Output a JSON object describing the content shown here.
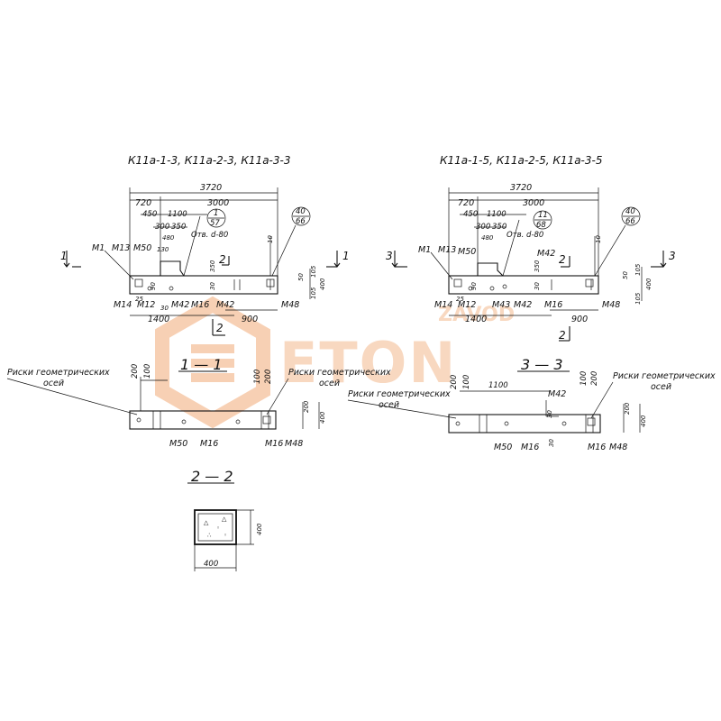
{
  "left": {
    "title": "К11а-1-3, К11а-2-3, К11а-3-3",
    "dims": {
      "total": "3720",
      "d720": "720",
      "d3000": "3000",
      "d450": "450",
      "d1100": "1100",
      "d300": "300",
      "d350": "350",
      "d480": "480",
      "d130": "130",
      "d1400": "1400",
      "d900": "900",
      "h350": "350",
      "h50": "50",
      "h105a": "105",
      "h105b": "105",
      "h400": "400",
      "h30a": "30",
      "h30b": "30",
      "h25": "25",
      "h90": "90",
      "h10": "10"
    },
    "marks": {
      "m1": "М1",
      "m13": "М13",
      "m50": "М50",
      "m14": "М14",
      "m12": "М12",
      "m42a": "М42",
      "m16": "М16",
      "m42b": "М42",
      "m48": "М48"
    },
    "hole": "Отв. d-80",
    "callout_a": {
      "top": "1",
      "bottom": "57"
    },
    "callout_b": {
      "top": "40",
      "bottom": "66"
    },
    "sec_left": "1",
    "sec_right": "1",
    "sec2_top": "2",
    "sec2_bottom": "2"
  },
  "right": {
    "title": "К11а-1-5, К11а-2-5, К11а-3-5",
    "dims": {
      "total": "3720",
      "d720": "720",
      "d3000": "3000",
      "d450": "450",
      "d1100": "1100",
      "d300": "300",
      "d350": "350",
      "d480": "480",
      "d1400": "1400",
      "d900": "900",
      "h350": "350",
      "h50": "50",
      "h105a": "105",
      "h105b": "105",
      "h400": "400",
      "h30": "30",
      "h25": "25",
      "h90": "90",
      "h10": "10"
    },
    "marks": {
      "m1": "М1",
      "m13": "М13",
      "m50": "М50",
      "m14": "М14",
      "m12": "М12",
      "m43": "М43",
      "m42a": "М42",
      "m16": "М16",
      "m48": "М48",
      "m42top": "М42"
    },
    "hole": "Отв. d-80",
    "callout_a": {
      "top": "11",
      "bottom": "68"
    },
    "callout_b": {
      "top": "40",
      "bottom": "66"
    },
    "sec_left": "3",
    "sec_right": "3",
    "sec2_top": "2",
    "sec2_bottom": "2"
  },
  "section11": {
    "title": "1 — 1",
    "label_left_1": "Риски геометрических",
    "label_left_2": "осей",
    "label_right_1": "Риски геометрических",
    "label_right_2": "осей",
    "d200a": "200",
    "d100a": "100",
    "d100b": "100",
    "d200b": "200",
    "h200": "200",
    "h400": "400",
    "m50": "М50",
    "m16a": "М16",
    "m16b": "М16",
    "m48": "М48"
  },
  "section33": {
    "title": "3 — 3",
    "label_left_1": "Риски геометрических",
    "label_left_2": "осей",
    "label_right_1": "Риски геометрических",
    "label_right_2": "осей",
    "d200a": "200",
    "d100a": "100",
    "d1100": "1100",
    "d100b": "100",
    "d200b": "200",
    "h200": "200",
    "h400": "400",
    "h30a": "30",
    "h30b": "30",
    "m42": "М42",
    "m50": "М50",
    "m16a": "М16",
    "m16b": "М16",
    "m48": "М48"
  },
  "section22": {
    "title": "2 — 2",
    "w": "400",
    "h": "400"
  },
  "watermark": {
    "brand": "ETON",
    "suffix": "ZAVOD"
  }
}
